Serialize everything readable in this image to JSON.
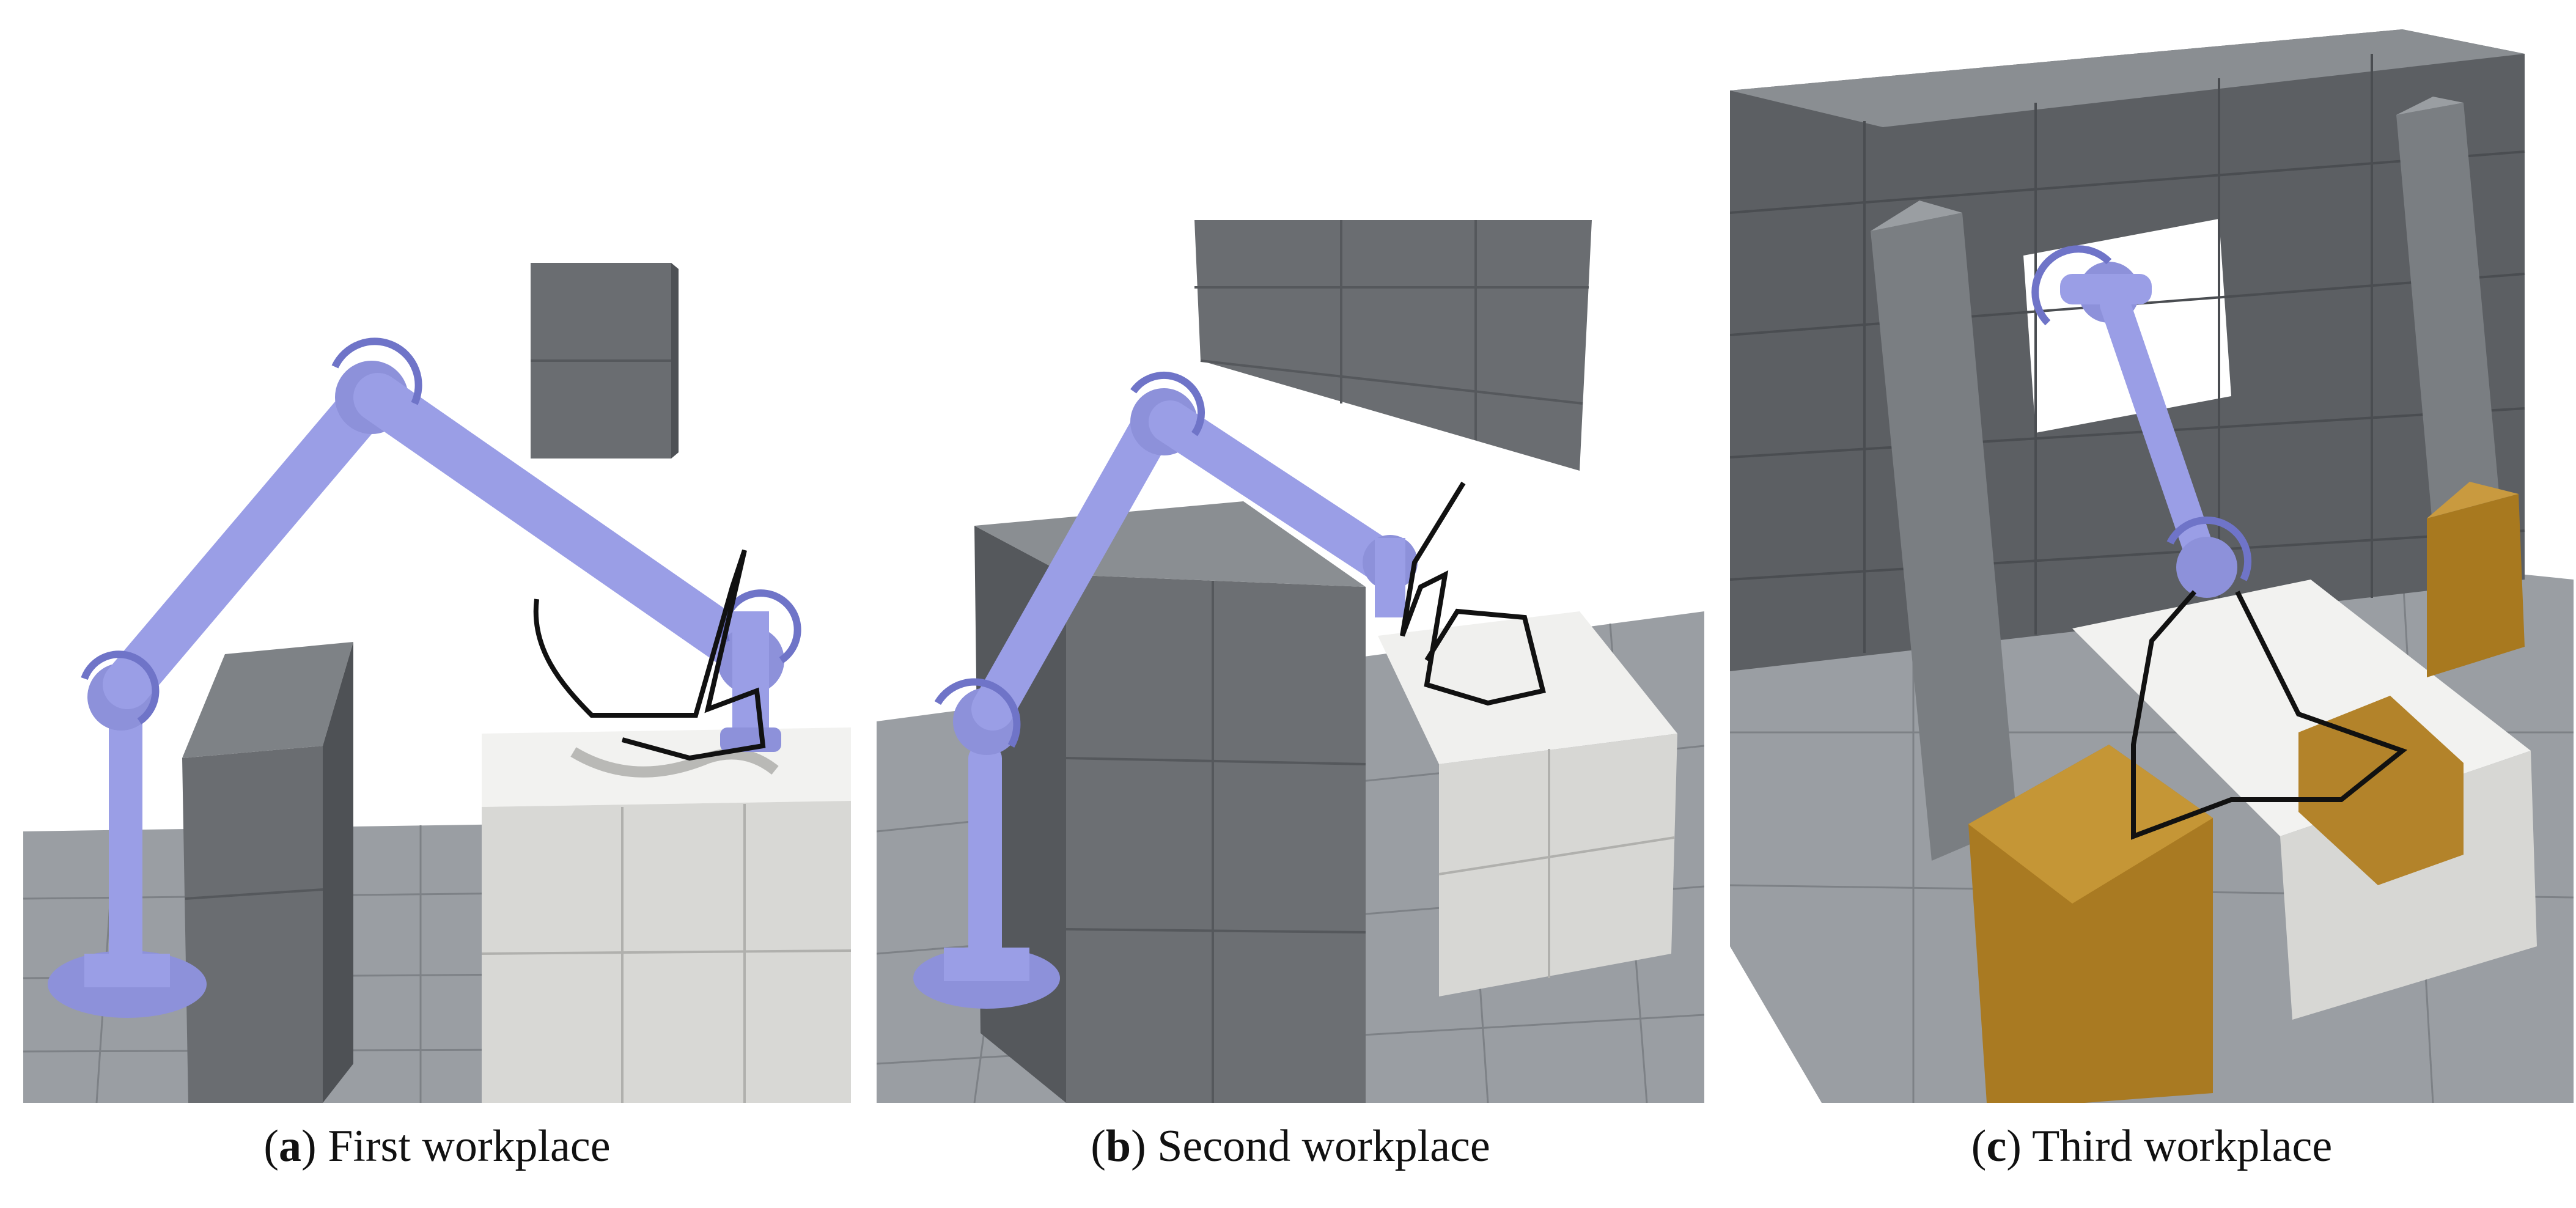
{
  "panels": [
    {
      "id": "a",
      "letter": "a",
      "caption": "First workplace"
    },
    {
      "id": "b",
      "letter": "b",
      "caption": "Second workplace"
    },
    {
      "id": "c",
      "letter": "c",
      "caption": "Third workplace"
    }
  ],
  "colors": {
    "robot": "#9a9ee6",
    "robot_dark": "#6f74c8",
    "obstacle_dark": "#5a5d61",
    "obstacle_light": "#8e9296",
    "table_white": "#e9e9e7",
    "floor": "#8f9297",
    "box_orange": "#b8862b",
    "trajectory": "#111111"
  }
}
